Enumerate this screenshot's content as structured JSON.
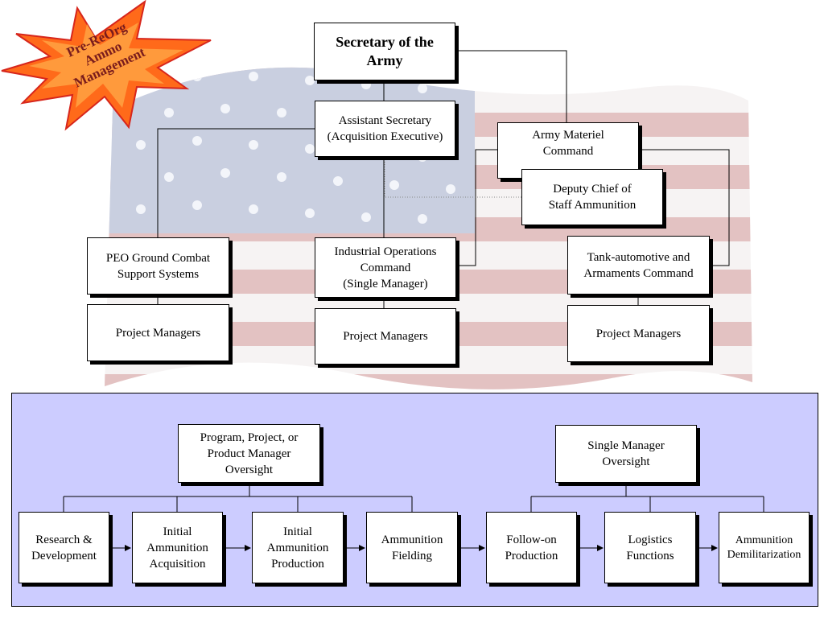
{
  "badge": {
    "lines": [
      "Pre-ReOrg",
      "Ammo",
      "Management"
    ]
  },
  "org": {
    "secretary": [
      "Secretary of the",
      "Army"
    ],
    "asst_secretary": [
      "Assistant Secretary",
      "(Acquisition Executive)"
    ],
    "amc": [
      "Army Materiel",
      "Command"
    ],
    "dcs_ammo": [
      "Deputy Chief of",
      "Staff Ammunition"
    ],
    "peo": [
      "PEO Ground Combat",
      "Support Systems"
    ],
    "ioc": [
      "Industrial Operations",
      "Command",
      "(Single Manager)"
    ],
    "tacom": [
      "Tank-automotive and",
      "Armaments Command"
    ],
    "pm_peo": "Project Managers",
    "pm_ioc": "Project Managers",
    "pm_tacom": "Project Managers"
  },
  "lifecycle": {
    "pm_oversight": [
      "Program, Project, or",
      "Product Manager",
      "Oversight"
    ],
    "sm_oversight": [
      "Single Manager",
      "Oversight"
    ],
    "stages": [
      [
        "Research &",
        "Development"
      ],
      [
        "Initial",
        "Ammunition",
        "Acquisition"
      ],
      [
        "Initial",
        "Ammunition",
        "Production"
      ],
      [
        "Ammunition",
        "Fielding"
      ],
      [
        "Follow-on",
        "Production"
      ],
      [
        "Logistics",
        "Functions"
      ],
      [
        "Ammunition",
        "Demilitarization"
      ]
    ]
  },
  "colors": {
    "panel": "#ccccff",
    "burst": "#ff6a1a",
    "burst_outline": "#d7261c",
    "badge_text": "#7a1c1c",
    "flag_red": "#e3c2c2",
    "flag_blue": "#c9cfe0"
  }
}
